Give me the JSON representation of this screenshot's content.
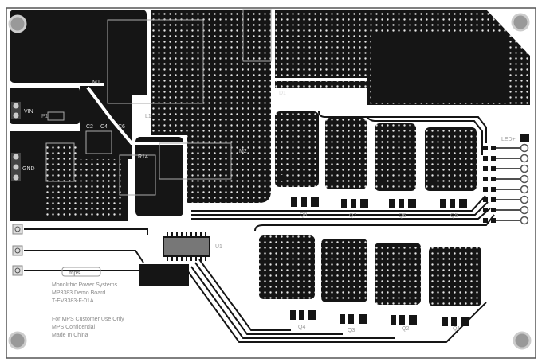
{
  "board": {
    "connectors": {
      "vin": "VIN",
      "gnd": "GND",
      "led_plus": "LED+",
      "p1": "P1"
    },
    "components": {
      "m1": "M1",
      "m2": "M2",
      "l1": "L1",
      "c2": "C2",
      "c4": "C4",
      "c6": "C6",
      "r14": "R14",
      "u1": "U1",
      "d1": "D1",
      "q1": "Q1",
      "q2": "Q2",
      "q3": "Q3",
      "q4": "Q4",
      "q5": "Q5",
      "q6": "Q6",
      "q7": "Q7",
      "q8": "Q8"
    },
    "logo": "mps",
    "silkscreen": {
      "line1": "Monolithic Power Systems",
      "line2": "MP3383 Demo Board",
      "line3": "T-EV3383-F-01A",
      "line4": "For MPS Customer Use Only",
      "line5": "MPS Confidential",
      "line6": "Made In China"
    }
  }
}
